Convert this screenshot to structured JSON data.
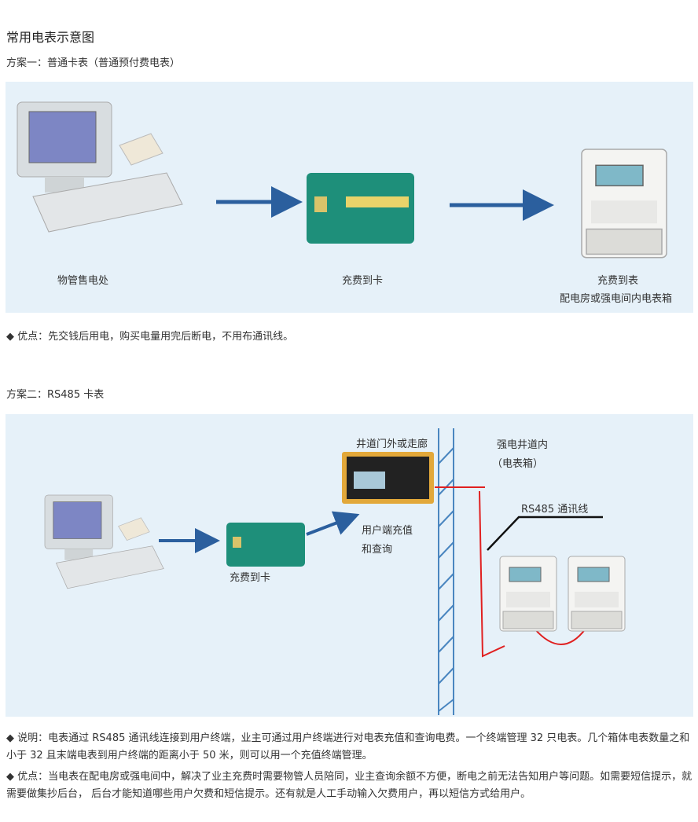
{
  "title": "常用电表示意图",
  "plan1": {
    "heading": "方案一：普通卡表（普通预付费电表）",
    "label_office": "物管售电处",
    "label_card": "充费到卡",
    "label_meter": "充费到表",
    "label_meter_location": "配电房或强电间内电表箱",
    "advantage": "◆ 优点：先交钱后用电，购买电量用完后断电，不用布通讯线。"
  },
  "plan2": {
    "heading": "方案二：RS485 卡表",
    "label_card": "充费到卡",
    "label_terminal_location": "井道门外或走廊",
    "label_terminal_1": "用户端充值",
    "label_terminal_2": "和查询",
    "label_shaft": "强电井道内",
    "label_box": "（电表箱）",
    "label_rs485": "RS485 通讯线",
    "note": "◆ 说明：电表通过 RS485 通讯线连接到用户终端，业主可通过用户终端进行对电表充值和查询电费。一个终端管理 32 只电表。几个箱体电表数量之和小于 32 且末端电表到用户终端的距离小于 50 米，则可以用一个充值终端管理。",
    "advantage": "◆ 优点：当电表在配电房或强电间中，解决了业主充费时需要物管人员陪同，业主查询余额不方便，断电之前无法告知用户等问题。如需要短信提示，就需要做集抄后台， 后台才能知道哪些用户欠费和短信提示。还有就是人工手动输入欠费用户，再以短信方式给用户。"
  },
  "colors": {
    "panel": "#e6f1f9",
    "arrow": "#2b5f9e",
    "wire": "#e02020",
    "card": "#1e8f7a"
  }
}
